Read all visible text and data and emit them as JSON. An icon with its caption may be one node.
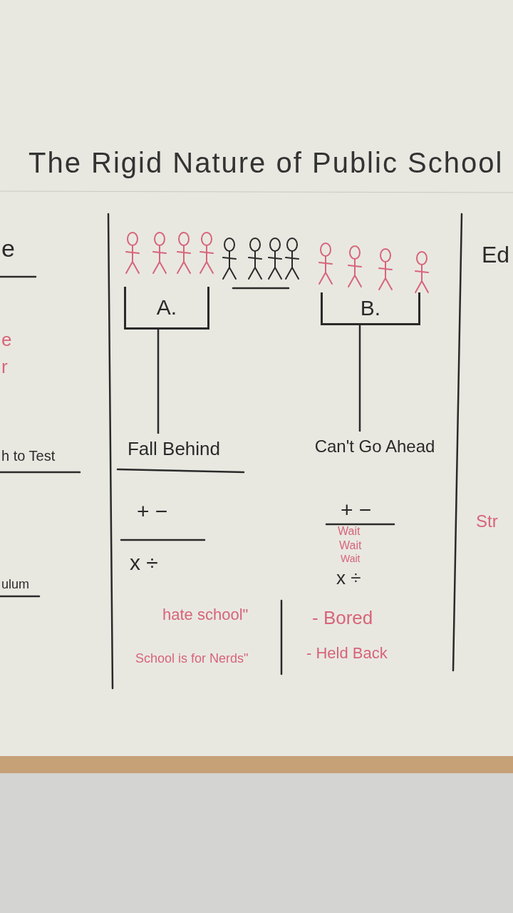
{
  "diagram": {
    "title": "The Rigid Nature of Public School",
    "nodes": [
      {
        "text": [
          "A."
        ]
      },
      {
        "text": [
          "B."
        ]
      },
      {
        "text": [
          "Fall Behind"
        ]
      },
      {
        "text": [
          "Can't Go Ahead"
        ]
      }
    ],
    "edges": [
      {
        "from": 0,
        "to": 2,
        "arrow": "none"
      },
      {
        "from": 1,
        "to": 3,
        "arrow": "none"
      }
    ],
    "labels": [
      "e",
      "Ed",
      "e",
      "r",
      "h to Test",
      "+ −",
      "+ −",
      "Str",
      "Wait",
      "Wait",
      "Wait",
      "x ÷",
      "x ÷",
      "ulum",
      "hate school\"",
      "- Bored",
      "School is for Nerds\"",
      "- Held Back"
    ]
  }
}
